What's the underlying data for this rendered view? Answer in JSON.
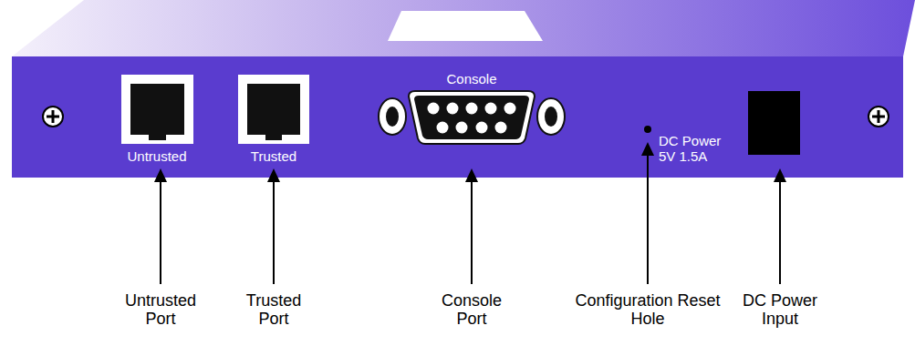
{
  "diagram": {
    "labels": [
      "Untrusted",
      "Trusted",
      "Console",
      "DC Power 5V 1.5A",
      "Untrusted Port",
      "Trusted Port",
      "Console Port",
      "Configuration Reset Hole",
      "DC Power Input"
    ]
  }
}
